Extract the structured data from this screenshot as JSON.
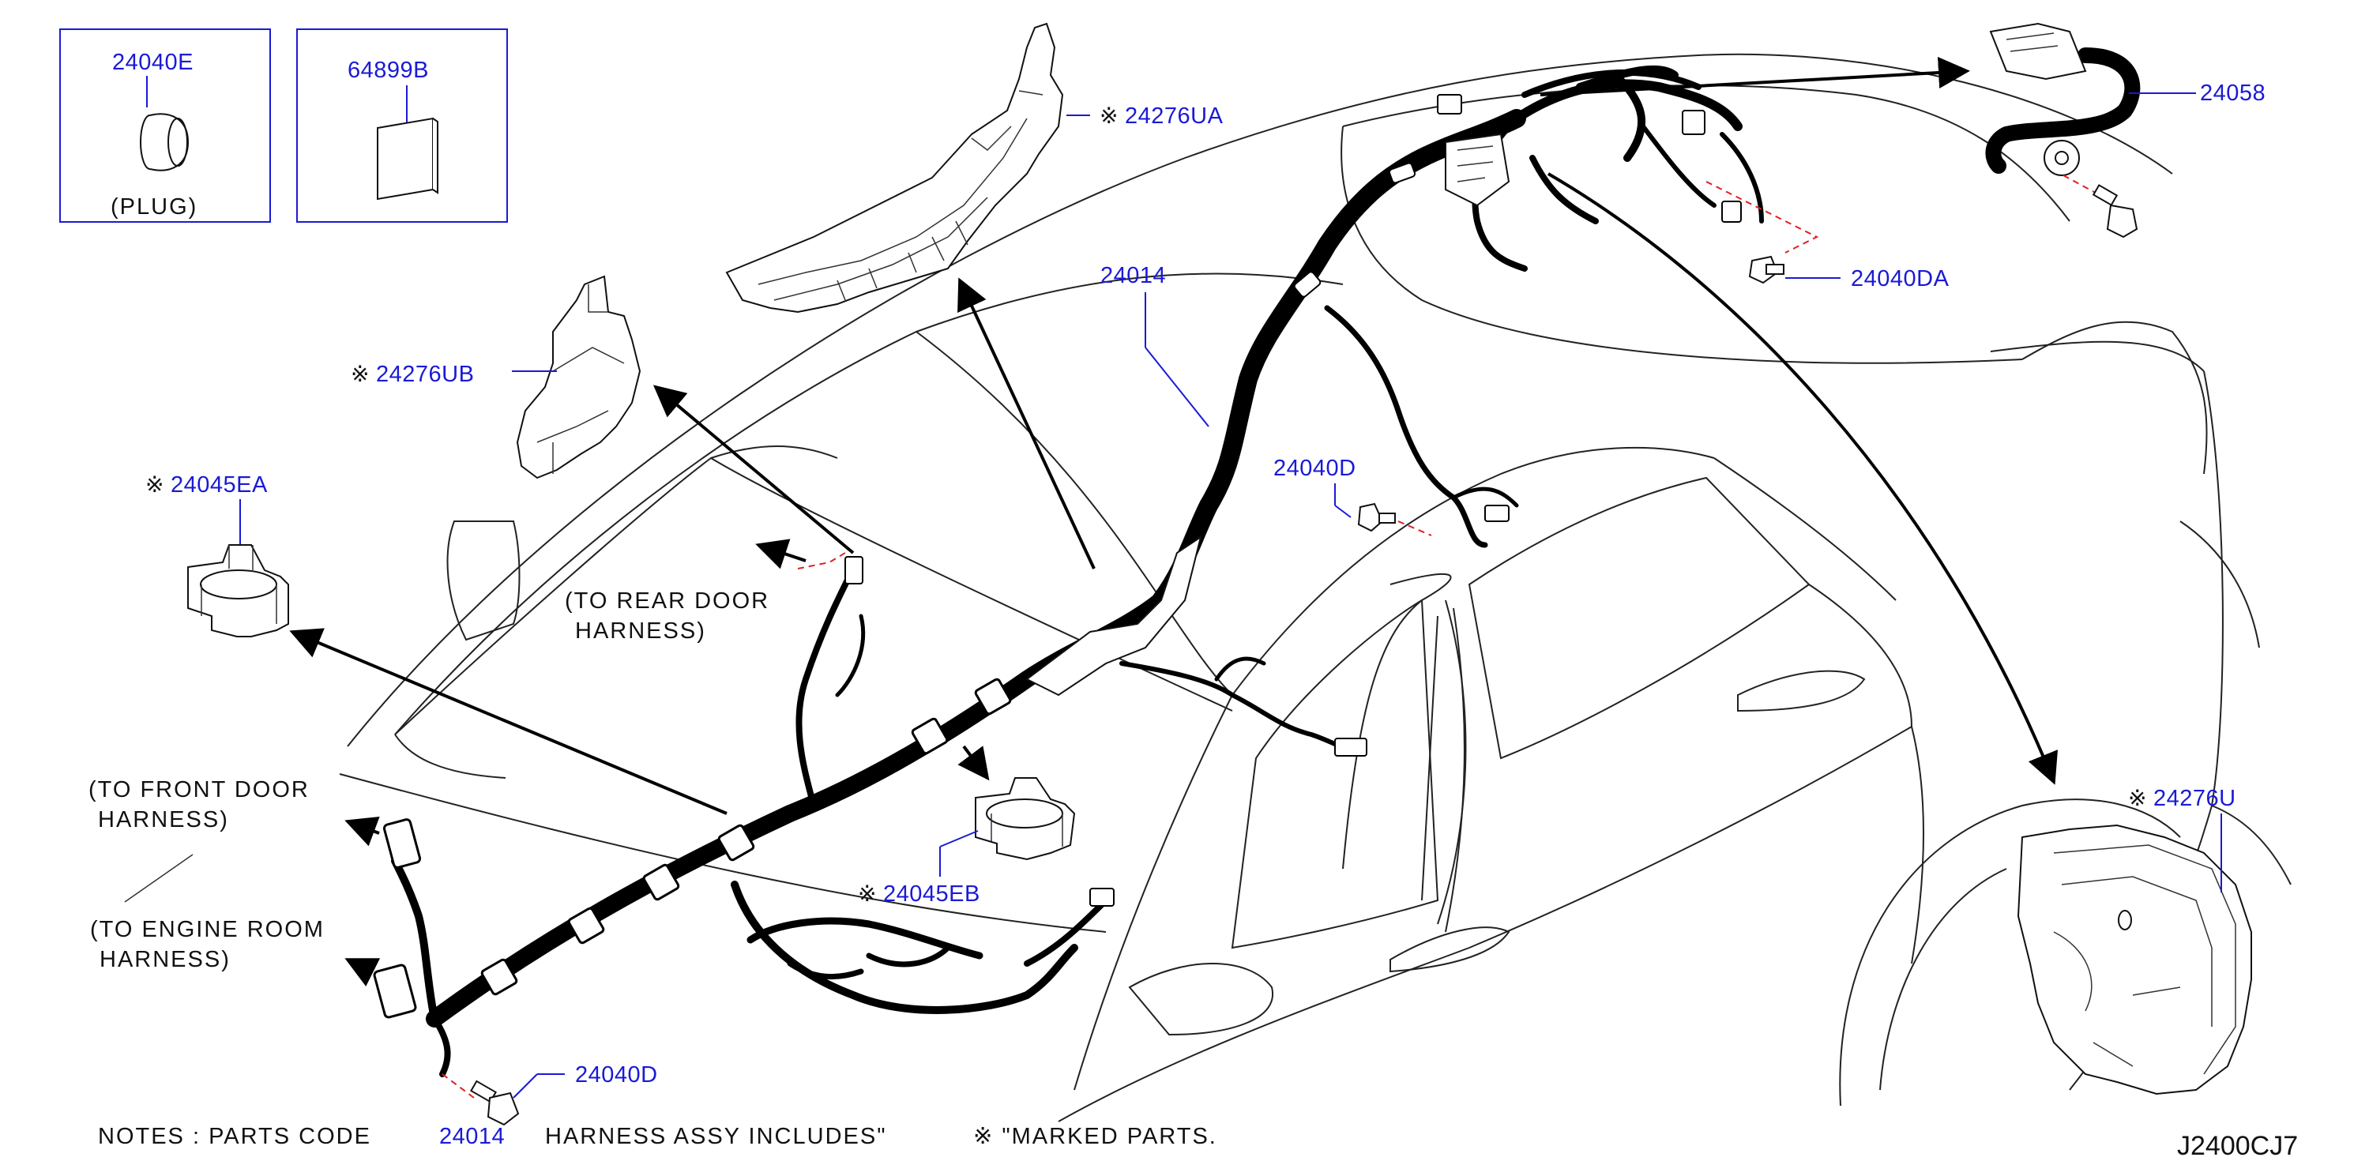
{
  "colors": {
    "part_number": "#1a1ad6",
    "line": "#111111",
    "pointer": "#e02020"
  },
  "parts": {
    "p24040E": "24040E",
    "p64899B": "64899B",
    "p24276UA": "24276UA",
    "p24014": "24014",
    "p24058": "24058",
    "p24040DA": "24040DA",
    "p24276UB": "24276UB",
    "p24045EA": "24045EA",
    "p24040D_upper": "24040D",
    "p24045EB": "24045EB",
    "p24040D_lower": "24040D",
    "p24276U": "24276U"
  },
  "marks": {
    "kome": "※"
  },
  "labels": {
    "plug": "(PLUG)",
    "rear_door_1": "(TO  REAR  DOOR",
    "rear_door_2": "HARNESS)",
    "front_door_1": "(TO   FRONT   DOOR",
    "front_door_2": "HARNESS)",
    "engine_room_1": "(TO   ENGINE   ROOM",
    "engine_room_2": "HARNESS)"
  },
  "notes": {
    "prefix": "NOTES  :  PARTS   CODE",
    "code": "24014",
    "suffix": "HARNESS  ASSY  INCLUDES\"",
    "marked": "※ \"MARKED   PARTS."
  },
  "diagram_id": "J2400CJ7"
}
